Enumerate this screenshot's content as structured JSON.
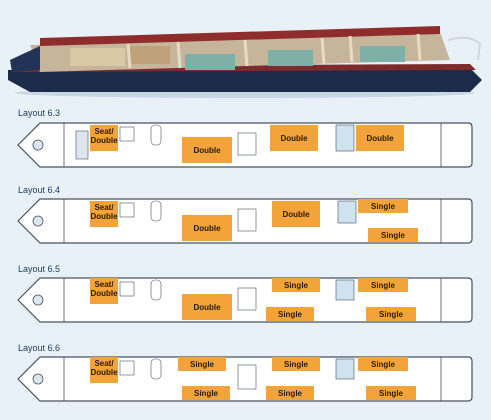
{
  "colors": {
    "background": "#e9f1f8",
    "room_fill": "#f2a43a",
    "hull_outline": "#4a5260",
    "hull_fill": "#ffffff",
    "boat_hull": "#1c2b4a"
  },
  "layouts": [
    {
      "title": "Layout 6.3",
      "rooms": [
        {
          "key": "seat",
          "label_top": "Seat/",
          "label_bottom": "Double"
        },
        {
          "key": "d1",
          "label": "Double"
        },
        {
          "key": "d2",
          "label": "Double"
        },
        {
          "key": "d3",
          "label": "Double"
        }
      ]
    },
    {
      "title": "Layout 6.4",
      "rooms": [
        {
          "key": "seat",
          "label_top": "Seat/",
          "label_bottom": "Double"
        },
        {
          "key": "d1",
          "label": "Double"
        },
        {
          "key": "d2",
          "label": "Double"
        },
        {
          "key": "s1",
          "label": "Single"
        },
        {
          "key": "s2",
          "label": "Single"
        }
      ]
    },
    {
      "title": "Layout 6.5",
      "rooms": [
        {
          "key": "seat",
          "label_top": "Seat/",
          "label_bottom": "Double"
        },
        {
          "key": "d1",
          "label": "Double"
        },
        {
          "key": "s1",
          "label": "Single"
        },
        {
          "key": "s2",
          "label": "Single"
        },
        {
          "key": "s3",
          "label": "Single"
        },
        {
          "key": "s4",
          "label": "Single"
        }
      ]
    },
    {
      "title": "Layout 6.6",
      "rooms": [
        {
          "key": "seat",
          "label_top": "Seat/",
          "label_bottom": "Double"
        },
        {
          "key": "s1",
          "label": "Single"
        },
        {
          "key": "s2",
          "label": "Single"
        },
        {
          "key": "s3",
          "label": "Single"
        },
        {
          "key": "s4",
          "label": "Single"
        },
        {
          "key": "s5",
          "label": "Single"
        },
        {
          "key": "s6",
          "label": "Single"
        }
      ]
    }
  ]
}
